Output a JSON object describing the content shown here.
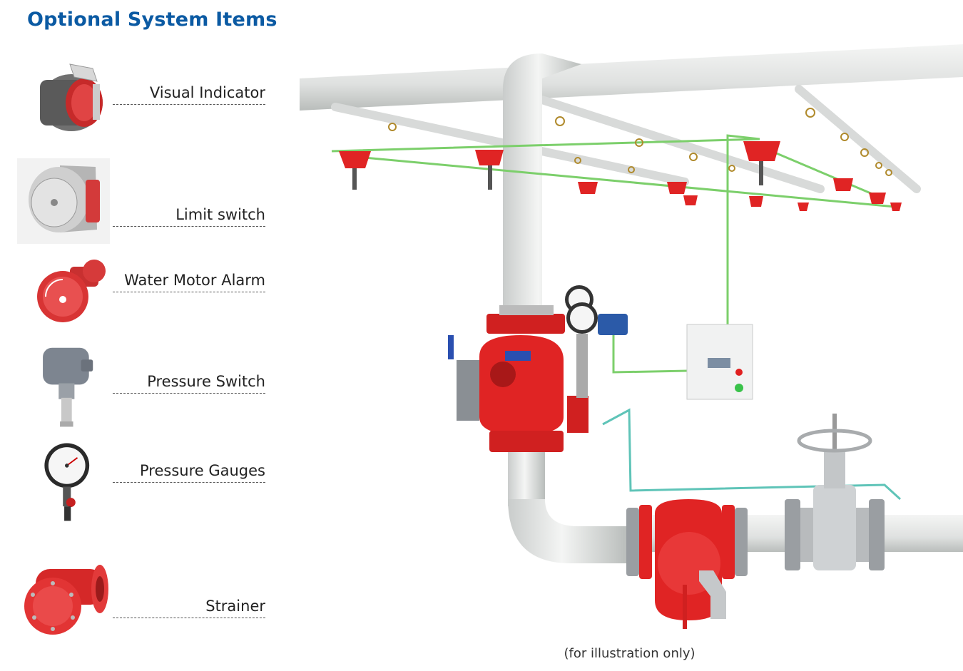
{
  "title": "Optional System Items",
  "items": [
    {
      "label": "Visual Indicator",
      "icon": "visual-indicator-icon"
    },
    {
      "label": "Limit switch",
      "icon": "limit-switch-icon"
    },
    {
      "label": "Water Motor Alarm",
      "icon": "water-motor-alarm-icon"
    },
    {
      "label": "Pressure Switch",
      "icon": "pressure-switch-icon"
    },
    {
      "label": "Pressure Gauges",
      "icon": "pressure-gauge-icon"
    },
    {
      "label": "Strainer",
      "icon": "strainer-icon"
    }
  ],
  "caption": "(for illustration only)",
  "colors": {
    "title": "#0b5aa3",
    "valve_red": "#e02424",
    "pipe": "#e9ebea",
    "wire_green": "#7ccf6b",
    "wire_teal": "#5fc4b8"
  }
}
